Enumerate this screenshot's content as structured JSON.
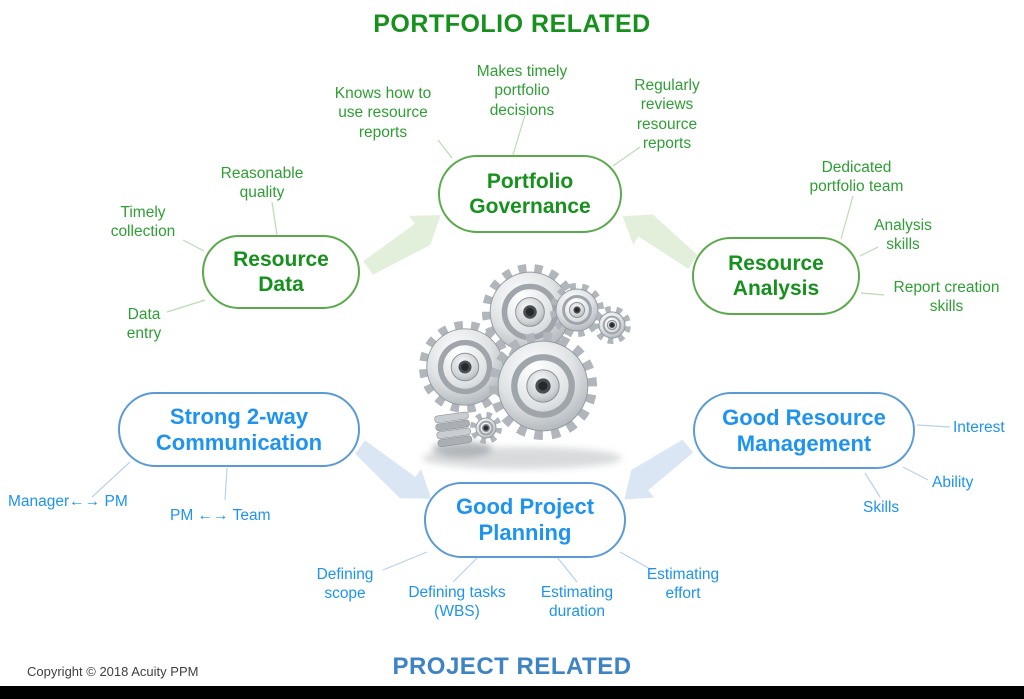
{
  "titles": {
    "top": "PORTFOLIO RELATED",
    "bottom": "PROJECT RELATED"
  },
  "footer": {
    "copyright": "Copyright © 2018 Acuity PPM"
  },
  "colors": {
    "green_text": "#17911d",
    "green_label": "#2f9e35",
    "green_border": "#5aaa4c",
    "green_arrow": "#e2efda",
    "blue_text": "#1e93ef",
    "blue_border": "#5b9bd5",
    "blue_arrow": "#dbe6f4",
    "blue_title": "#3e83c4",
    "black_bar": "#000000"
  },
  "bubbles": {
    "portfolio_governance": {
      "label": "Portfolio Governance"
    },
    "resource_data": {
      "label": "Resource Data"
    },
    "resource_analysis": {
      "label": "Resource Analysis"
    },
    "communication": {
      "label": "Strong 2-way Communication"
    },
    "resource_management": {
      "label": "Good Resource Management"
    },
    "project_planning": {
      "label": "Good Project Planning"
    }
  },
  "factors": {
    "green": {
      "knows_reports": "Knows how to use resource reports",
      "timely_decisions": "Makes timely portfolio decisions",
      "reviews_reports": "Regularly reviews resource reports",
      "reasonable_quality": "Reasonable quality",
      "timely_collection": "Timely collection",
      "data_entry": "Data entry",
      "dedicated_team": "Dedicated portfolio team",
      "analysis_skills": "Analysis skills",
      "report_creation": "Report creation skills"
    },
    "blue": {
      "manager_pm": "Manager←→ PM",
      "pm_team": "PM ←→ Team",
      "interest": "Interest",
      "ability": "Ability",
      "skills": "Skills",
      "defining_scope": "Defining scope",
      "defining_tasks": "Defining tasks (WBS)",
      "estimating_duration": "Estimating duration",
      "estimating_effort": "Estimating effort"
    }
  },
  "center_image": {
    "name": "3d-metal-gears"
  }
}
